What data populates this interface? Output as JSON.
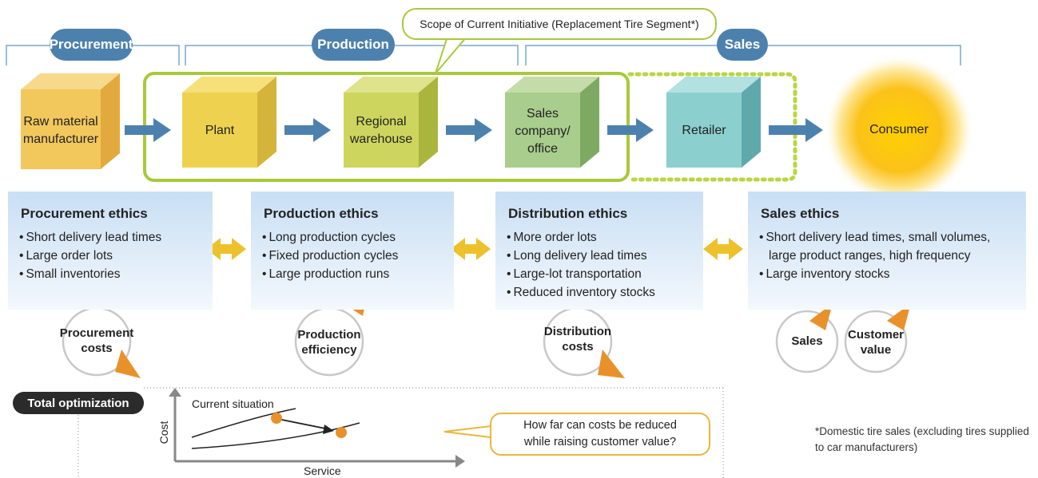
{
  "header": {
    "phases": [
      "Procurement",
      "Production",
      "Sales"
    ],
    "scope_callout": "Scope of Current Initiative (Replacement Tire Segment*)"
  },
  "supply_chain": [
    {
      "label": "Raw material manufacturer",
      "color": "#f2c75c"
    },
    {
      "label": "Plant",
      "color": "#eed24f"
    },
    {
      "label": "Regional warehouse",
      "color": "#cdd55e"
    },
    {
      "label": "Sales company/ office",
      "color": "#a9cd8c"
    },
    {
      "label": "Retailer",
      "color": "#8ccfcf"
    },
    {
      "label": "Consumer",
      "color": "#f8c000"
    }
  ],
  "ethics": [
    {
      "title": "Procurement  ethics",
      "items": [
        "Short delivery lead times",
        "Large order lots",
        "Small inventories"
      ]
    },
    {
      "title": "Production  ethics",
      "items": [
        "Long production cycles",
        "Fixed production cycles",
        "Large production runs"
      ]
    },
    {
      "title": "Distribution  ethics",
      "items": [
        "More order lots",
        "Long delivery lead times",
        "Large-lot transportation",
        "Reduced inventory stocks"
      ]
    },
    {
      "title": "Sales ethics",
      "items": [
        "Short delivery lead times, small volumes,",
        "large product ranges, high frequency",
        "Large inventory stocks"
      ]
    }
  ],
  "cost_circles": [
    {
      "line1": "Procurement",
      "line2": "costs"
    },
    {
      "line1": "Production",
      "line2": "efficiency"
    },
    {
      "line1": "Distribution",
      "line2": "costs"
    },
    {
      "line1": "Sales",
      "line2": ""
    },
    {
      "line1": "Customer",
      "line2": "value"
    }
  ],
  "optimization": {
    "tag": "Total optimization",
    "current_situation": "Current situation",
    "y_axis": "Cost",
    "x_axis": "Service",
    "question": "How far can costs be reduced while raising customer value?"
  },
  "footnote": "*Domestic tire sales (excluding tires supplied to car manufacturers)",
  "colors": {
    "accent_blue": "#4d81ad",
    "scope_green": "#a8c93a",
    "gold": "#e9b73a",
    "orange": "#e8912a"
  }
}
